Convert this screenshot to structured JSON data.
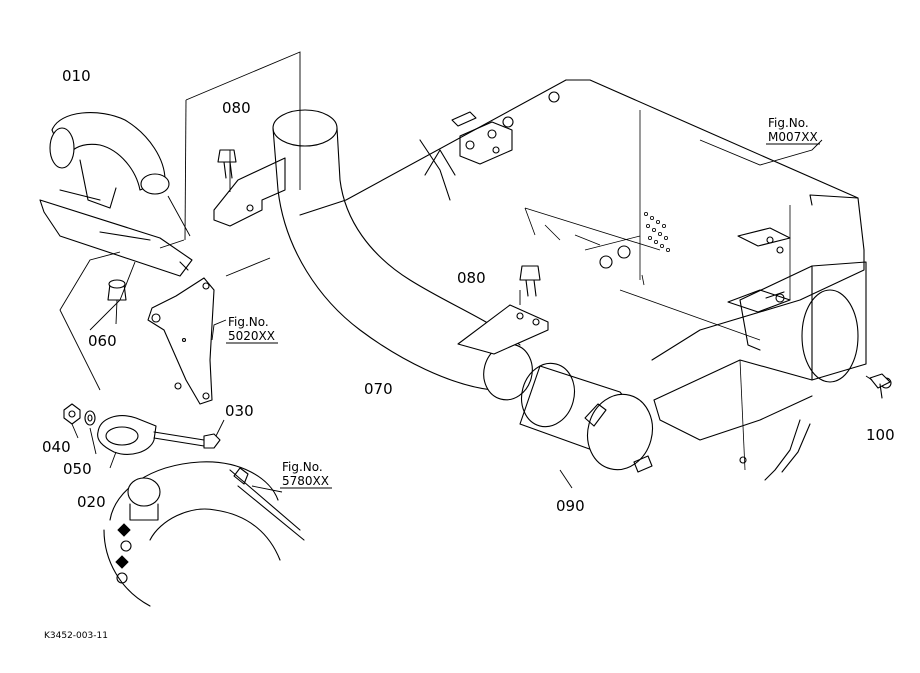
{
  "diagram": {
    "part_numbers": {
      "p010": "010",
      "p080_top": "080",
      "p060": "060",
      "p080_mid": "080",
      "p070": "070",
      "p030": "030",
      "p040": "040",
      "p050": "050",
      "p020": "020",
      "p090": "090",
      "p100": "100"
    },
    "figure_refs": {
      "m007": {
        "label": "Fig.No.",
        "code": "M007XX"
      },
      "f5020": {
        "label": "Fig.No.",
        "code": "5020XX"
      },
      "f5780": {
        "label": "Fig.No.",
        "code": "5780XX"
      }
    },
    "drawing_number": "K3452-003-11"
  }
}
